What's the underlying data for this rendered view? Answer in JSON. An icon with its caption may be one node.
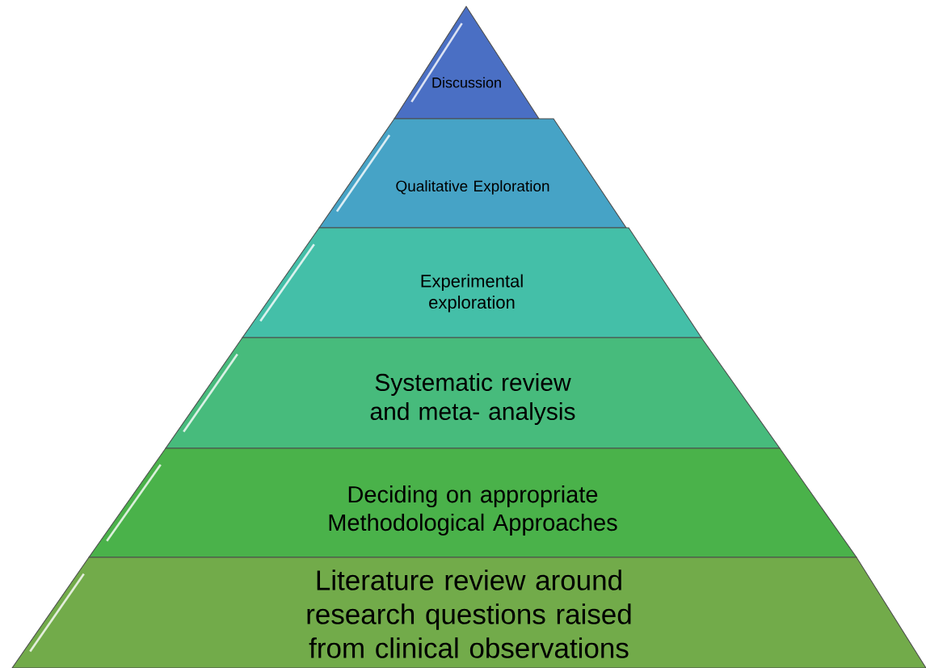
{
  "diagram": {
    "nodes": [
      {
        "text": [
          "Discussion"
        ]
      },
      {
        "text": [
          "Qualitative Exploration"
        ]
      },
      {
        "text": [
          "Experimental exploration"
        ]
      },
      {
        "text": [
          "Systematic review and meta- analysis"
        ]
      },
      {
        "text": [
          "Deciding on appropriate Methodological Approaches"
        ]
      },
      {
        "text": [
          "Literature review around research questions raised from clinical observations"
        ]
      }
    ]
  }
}
